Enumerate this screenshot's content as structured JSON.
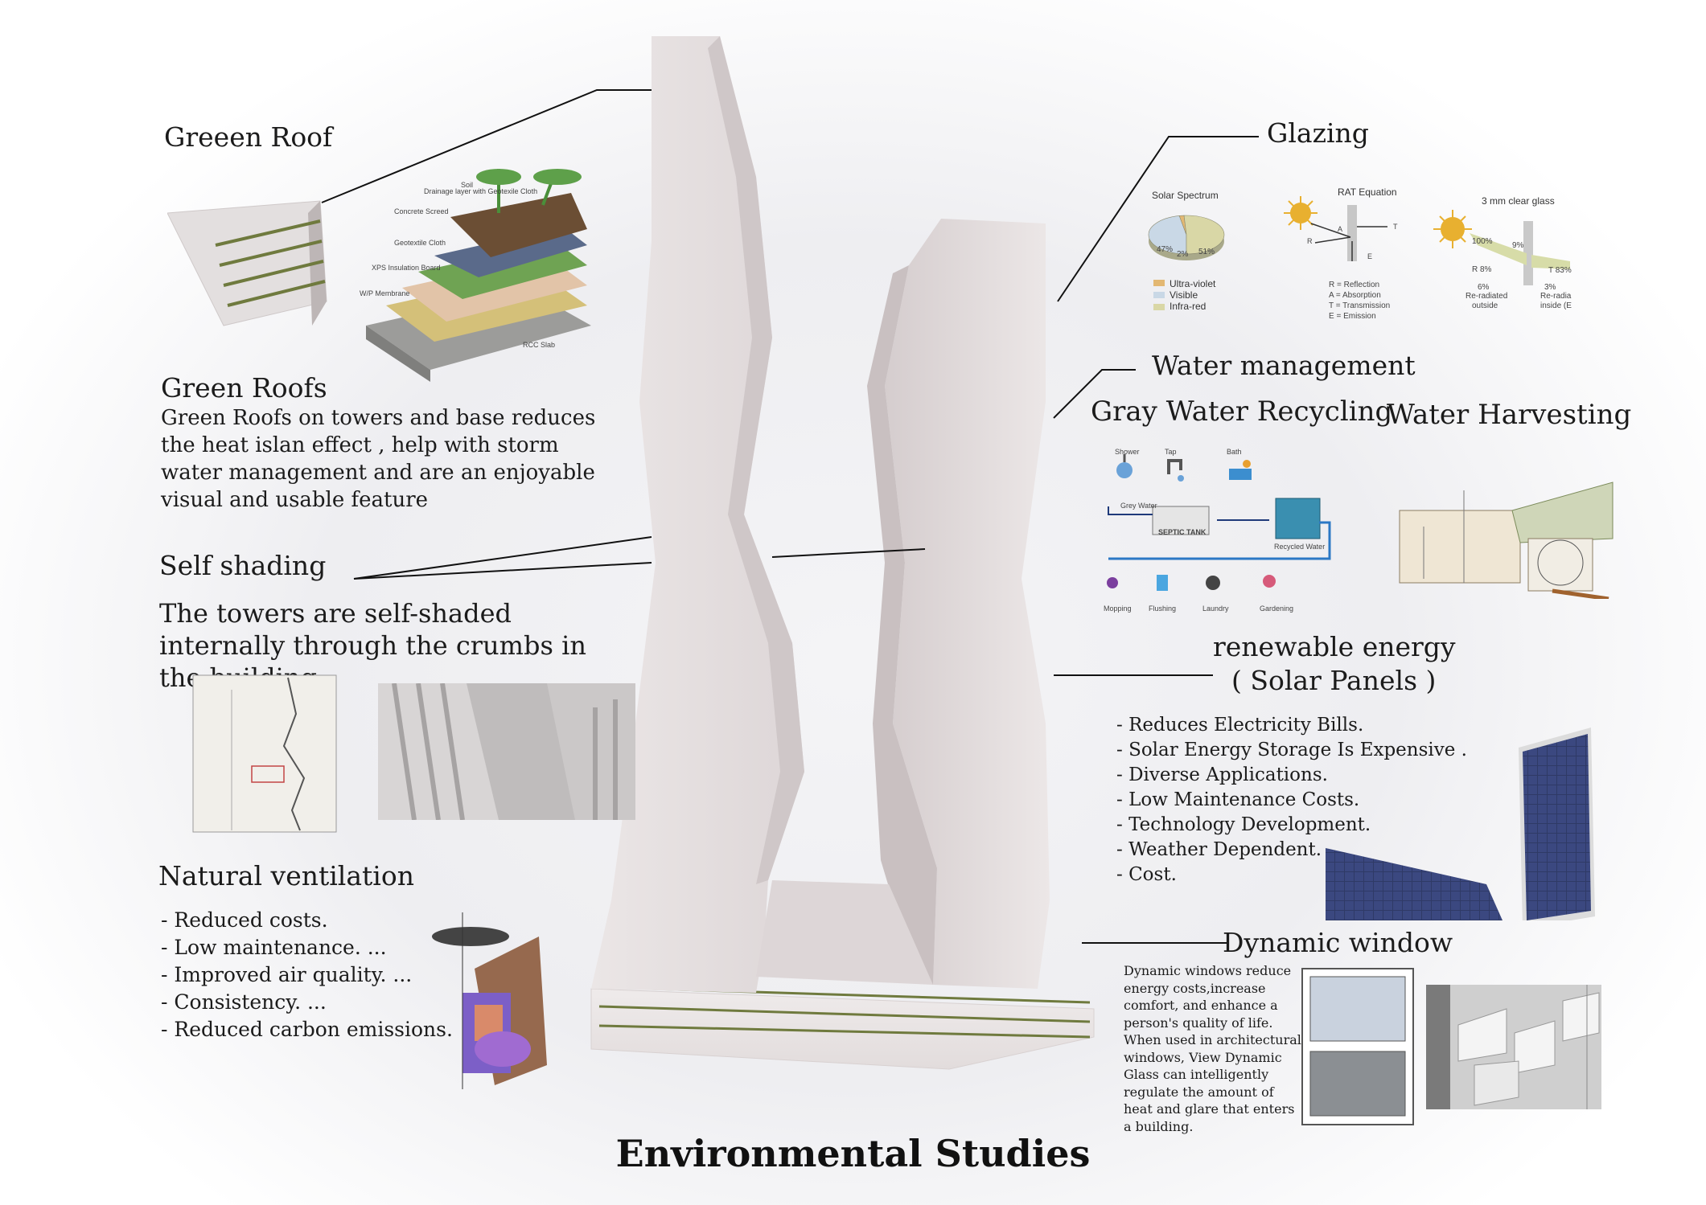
{
  "title": "Environmental Studies",
  "green_roof": {
    "heading": "Greeen Roof",
    "subheading": "Green Roofs",
    "body": "Green Roofs on towers and base reduces the heat islan effect , help with storm water management and are an enjoyable visual and usable feature",
    "diagram_labels": [
      "Drainage layer with Geotexile Cloth",
      "Concrete Screed",
      "Soil",
      "Geotextile Cloth",
      "XPS Insulation Board",
      "W/P Membrane",
      "RCC Slab"
    ]
  },
  "self_shading": {
    "heading": "Self shading",
    "body": "The towers are self-shaded internally through the crumbs in the building"
  },
  "natural_ventilation": {
    "heading": "Natural ventilation",
    "items": [
      "- Reduced costs.",
      "- Low maintenance. ...",
      "- Improved air quality. ...",
      "- Consistency. ...",
      "- Reduced carbon emissions."
    ]
  },
  "glazing": {
    "heading": "Glazing",
    "solar_spectrum": {
      "title": "Solar Spectrum",
      "slices": [
        {
          "label": "47%",
          "value": 47,
          "color": "#c9d8e6"
        },
        {
          "label": "2%",
          "value": 2,
          "color": "#e3b873"
        },
        {
          "label": "51%",
          "value": 51,
          "color": "#d9d7a6"
        }
      ],
      "legend": [
        "Ultra-violet",
        "Visible",
        "Infra-red"
      ],
      "legend_colors": [
        "#e3b873",
        "#c9d8e6",
        "#d9d7a6"
      ]
    },
    "rat": {
      "title": "RAT Equation",
      "labels": [
        "R",
        "A",
        "T",
        "E"
      ],
      "legend": [
        "R = Reflection",
        "A = Absorption",
        "T = Transmission",
        "E = Emission"
      ]
    },
    "clear_glass": {
      "title": "3 mm clear glass",
      "values": [
        "100%",
        "9%",
        "R 8%",
        "T 83%",
        "6%",
        "3%"
      ],
      "captions": [
        "Re-radiated",
        "outside",
        "Re-radia",
        "inside (E"
      ]
    }
  },
  "water": {
    "heading": "Water management",
    "gray_heading": "Gray Water Recycling",
    "harvest_heading": "Water Harvesting",
    "gray_labels": [
      "Shower",
      "Tap",
      "Bath",
      "Grey Water",
      "SEPTIC TANK",
      "Recycled Water",
      "Mopping",
      "Flushing",
      "Laundry",
      "Gardening"
    ]
  },
  "renewable": {
    "heading_line1": "renewable energy",
    "heading_line2": "( Solar Panels )",
    "items": [
      "- Reduces Electricity Bills.",
      "- Solar Energy Storage Is Expensive .",
      "- Diverse Applications.",
      "- Low Maintenance Costs.",
      "- Technology Development.",
      "- Weather Dependent.",
      "- Cost."
    ]
  },
  "dynamic_window": {
    "heading": "Dynamic window",
    "body": "Dynamic windows reduce energy costs,increase comfort, and  enhance a person's quality of life. When used in architectural windows, View Dynamic Glass can intelligently regulate the amount of heat and glare that enters a building."
  },
  "colors": {
    "tower": "#e9e4e4",
    "tower_shade": "#cfc7c8",
    "accent_green": "#6f7a3e",
    "soil": "#6b4e34",
    "panel": "#2f3a66"
  },
  "icons": [
    "sun-icon",
    "shower-icon",
    "tap-icon",
    "bath-icon",
    "solar-panel-icon",
    "window-icon"
  ]
}
